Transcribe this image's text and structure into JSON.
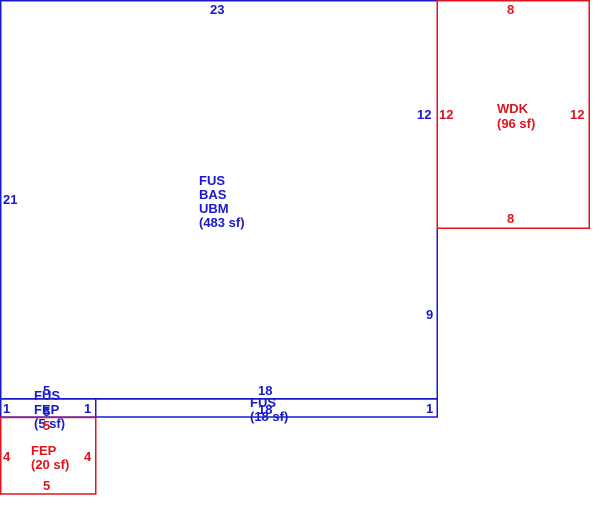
{
  "colors": {
    "main": "#1a1acc",
    "addition": "#e0141e",
    "background": "#ffffff"
  },
  "main_area": {
    "top_dim": "23",
    "left_dim": "21",
    "right_upper_dim": "12",
    "right_lower_dim": "9",
    "codes": [
      "FUS",
      "BAS",
      "UBM"
    ],
    "area": "(483 sf)"
  },
  "deck": {
    "top_dim": "8",
    "bottom_dim": "8",
    "left_dim": "12",
    "right_dim": "12",
    "code": "WDK",
    "area": "(96 sf)"
  },
  "strip_left": {
    "top_dim": "5",
    "bottom_dim": "5",
    "left_dim": "1",
    "right_dim": "1",
    "codes": [
      "FUS",
      "FEP"
    ],
    "area": "(5 sf)"
  },
  "strip_right": {
    "top_dim": "18",
    "bottom_dim": "18",
    "right_dim": "1",
    "code": "FUS",
    "area": "(18 sf)"
  },
  "porch": {
    "bottom_dim": "5",
    "left_dim": "4",
    "right_dim": "4",
    "code": "FEP",
    "area": "(20 sf)"
  }
}
